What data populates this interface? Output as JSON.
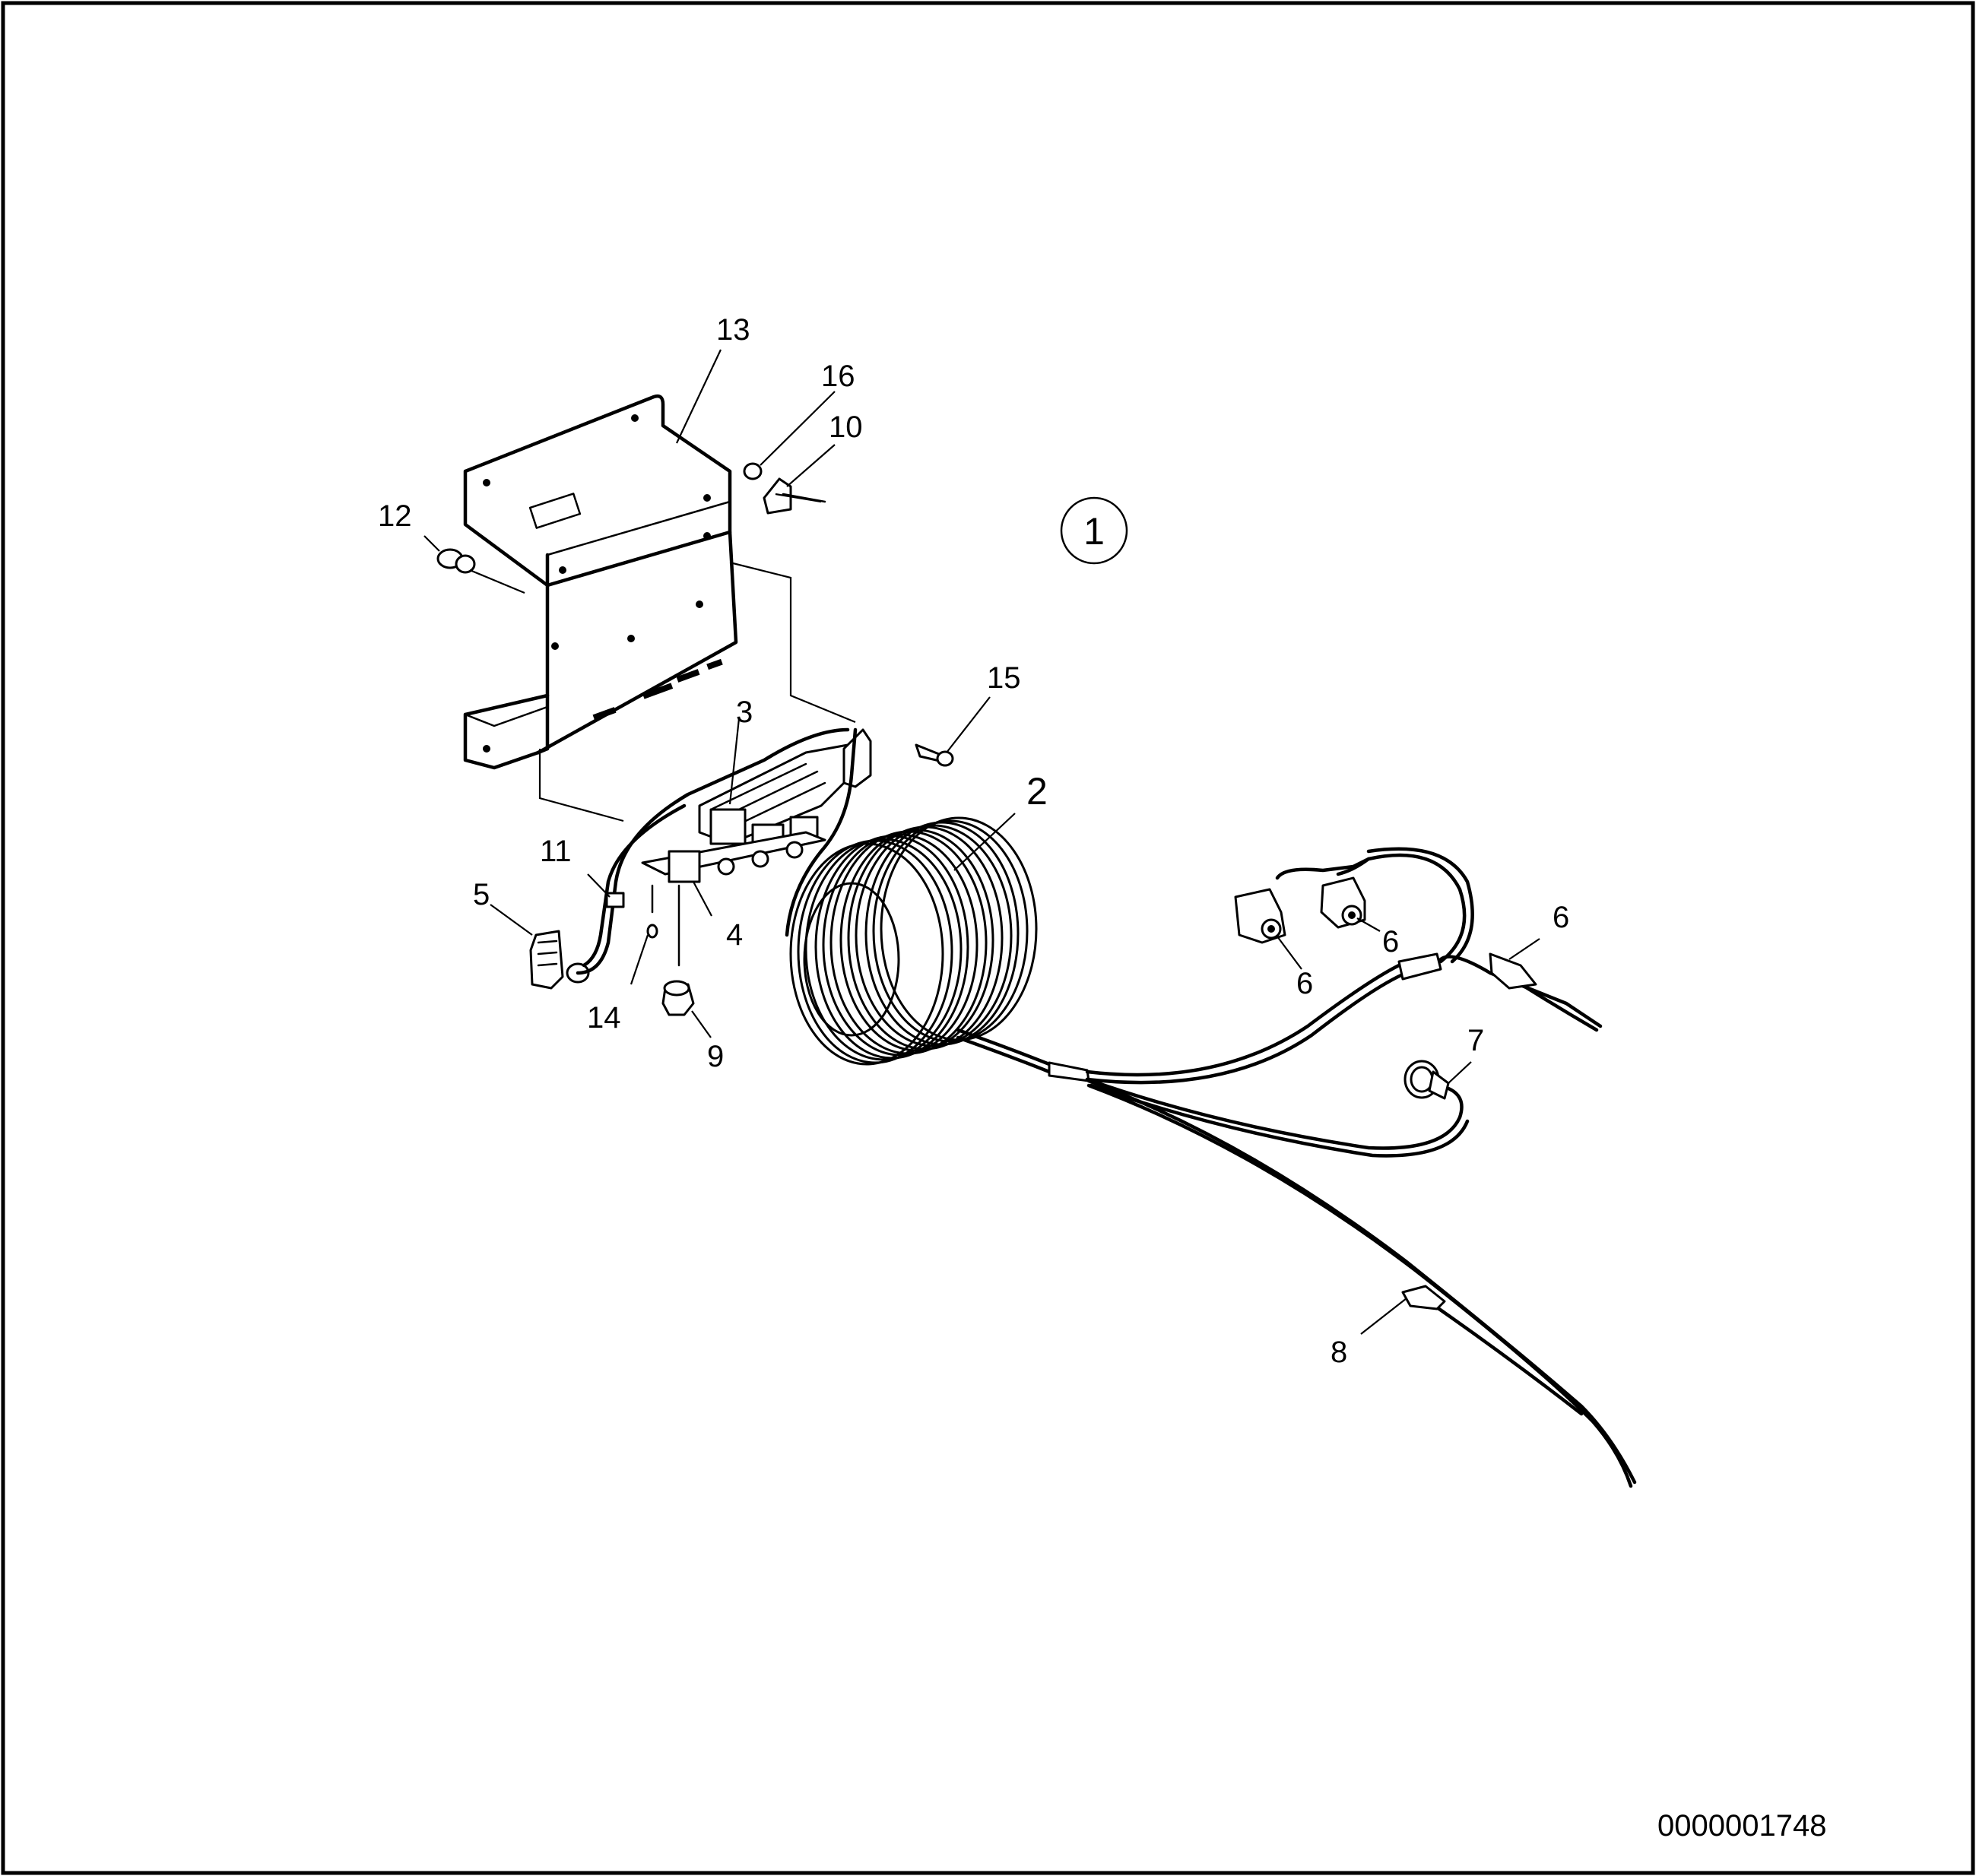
{
  "callouts": {
    "assembly": "1",
    "harness": "2",
    "c3": "3",
    "c4": "4",
    "c5": "5",
    "c6a": "6",
    "c6b": "6",
    "c6c": "6",
    "c7": "7",
    "c8": "8",
    "c9": "9",
    "c10": "10",
    "c11": "11",
    "c12": "12",
    "c13": "13",
    "c14": "14",
    "c15": "15",
    "c16": "16"
  },
  "drawing_number": "0000001748"
}
